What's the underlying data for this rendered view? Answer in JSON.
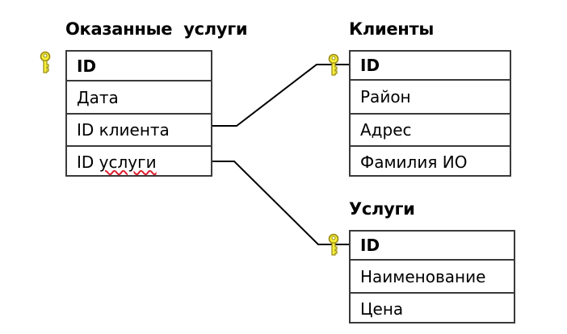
{
  "diagram": {
    "type": "database-schema",
    "tables": [
      {
        "id": "provided_services",
        "title": "Оказанные  услуги",
        "fields": [
          "ID",
          "Дата",
          "ID клиента",
          "ID услуги"
        ],
        "primary_key": "ID",
        "spellcheck_flagged": "услуги"
      },
      {
        "id": "clients",
        "title": "Клиенты",
        "fields": [
          "ID",
          "Район",
          "Адрес",
          "Фамилия ИО"
        ],
        "primary_key": "ID"
      },
      {
        "id": "services",
        "title": "Услуги",
        "fields": [
          "ID",
          "Наименование",
          "Цена"
        ],
        "primary_key": "ID"
      }
    ],
    "relations": [
      {
        "from_table": "provided_services",
        "from_field": "ID клиента",
        "to_table": "clients",
        "to_field": "ID"
      },
      {
        "from_table": "provided_services",
        "from_field": "ID услуги",
        "to_table": "services",
        "to_field": "ID"
      }
    ],
    "icons": {
      "primary_key": "key-icon"
    },
    "colors": {
      "key_fill": "#f5ef3a",
      "key_stroke": "#9a8a10",
      "border": "#3a3a3a",
      "spellcheck": "#dd2233"
    }
  }
}
